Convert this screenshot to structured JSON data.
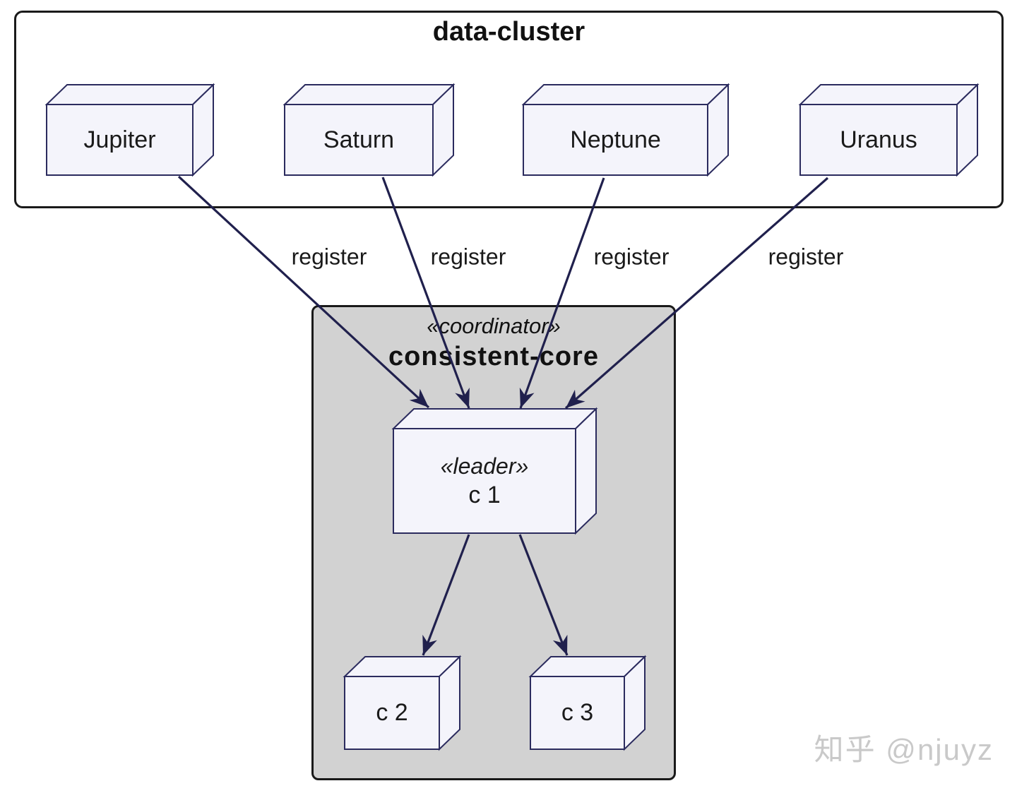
{
  "colors": {
    "node_fill": "#f4f4fb",
    "node_stroke": "#2b2b5e",
    "edge": "#20204d",
    "cluster_border": "#1a1a1a",
    "core_fill": "#d2d2d2",
    "watermark": "#c9c9c9"
  },
  "cluster": {
    "title": "data-cluster",
    "nodes": [
      {
        "label": "Jupiter"
      },
      {
        "label": "Saturn"
      },
      {
        "label": "Neptune"
      },
      {
        "label": "Uranus"
      }
    ]
  },
  "core": {
    "stereotype": "«coordinator»",
    "title": "consistent-core",
    "leader": {
      "stereotype": "«leader»",
      "label": "c 1"
    },
    "followers": [
      {
        "label": "c 2"
      },
      {
        "label": "c 3"
      }
    ]
  },
  "edges": {
    "register_labels": [
      "register",
      "register",
      "register",
      "register"
    ]
  },
  "watermark": "知乎 @njuyz"
}
